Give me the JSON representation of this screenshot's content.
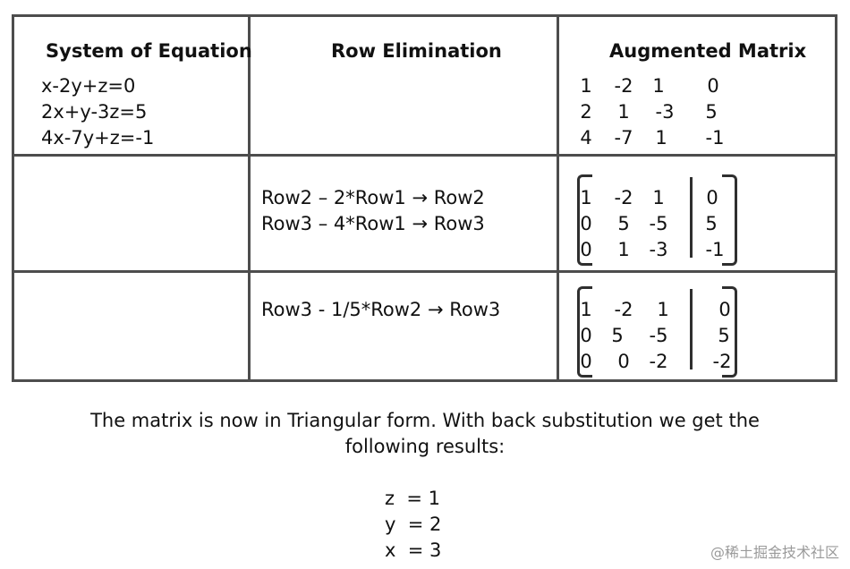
{
  "headers": {
    "system": "System of Equation",
    "elimination": "Row Elimination",
    "augmented": "Augmented Matrix"
  },
  "equations": [
    "x-2y+z=0",
    "2x+y-3z=5",
    "4x-7y+z=-1"
  ],
  "row1": {
    "matrix": [
      [
        "1",
        "-2",
        "1",
        "0"
      ],
      [
        "2",
        "1",
        "-3",
        "5"
      ],
      [
        "4",
        "-7",
        "1",
        "-1"
      ]
    ]
  },
  "row2": {
    "operations": [
      "Row2 – 2*Row1 → Row2",
      "Row3 – 4*Row1 → Row3"
    ],
    "matrix": [
      [
        "1",
        "-2",
        "1",
        "0"
      ],
      [
        "0",
        "5",
        "-5",
        "5"
      ],
      [
        "0",
        "1",
        "-3",
        "-1"
      ]
    ]
  },
  "row3": {
    "operations": [
      "Row3 - 1/5*Row2 → Row3"
    ],
    "matrix": [
      [
        "1",
        "-2",
        "1",
        "0"
      ],
      [
        "0",
        "5",
        "-5",
        "5"
      ],
      [
        "0",
        "0",
        "-2",
        "-2"
      ]
    ]
  },
  "summary": {
    "line1": "The matrix is now in Triangular form. With back substitution we get the",
    "line2": "following results:"
  },
  "results": [
    "z  = 1",
    "y  = 2",
    "x  = 3"
  ],
  "watermark": "@稀土掘金技术社区"
}
